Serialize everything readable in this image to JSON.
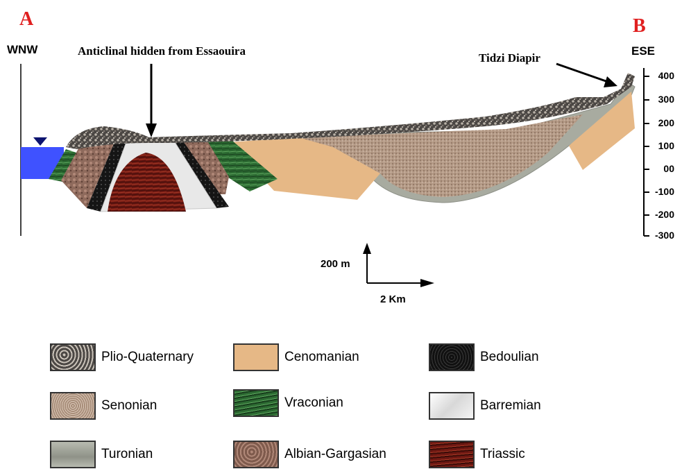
{
  "corners": {
    "left": "A",
    "right": "B"
  },
  "directions": {
    "left": "WNW",
    "right": "ESE"
  },
  "annotations": {
    "anticline": "Anticlinal hidden from Essaouira",
    "diapir": "Tidzi Diapir"
  },
  "elevation_axis": {
    "ticks": [
      "400",
      "300",
      "200",
      "100",
      "00",
      "-100",
      "-200",
      "-300"
    ]
  },
  "scale_bar": {
    "vertical": "200 m",
    "horizontal": "2 Km"
  },
  "legend": [
    {
      "label": "Plio-Quaternary",
      "color": "#5a5550"
    },
    {
      "label": "Cenomanian",
      "color": "#e6b886"
    },
    {
      "label": "Bedoulian",
      "color": "#151515"
    },
    {
      "label": "Senonian",
      "color": "#b49a86"
    },
    {
      "label": "Vraconian",
      "color": "#2c6a32"
    },
    {
      "label": "Barremian",
      "color": "#e8e8e8"
    },
    {
      "label": "Turonian",
      "color": "#a8aba0"
    },
    {
      "label": "Albian-Gargasian",
      "color": "#8e6a5c"
    },
    {
      "label": "Triassic",
      "color": "#7a1a14"
    }
  ],
  "colors": {
    "sea": "#3f52ff",
    "arrow": "#000000",
    "corner_letters": "#e02020"
  }
}
